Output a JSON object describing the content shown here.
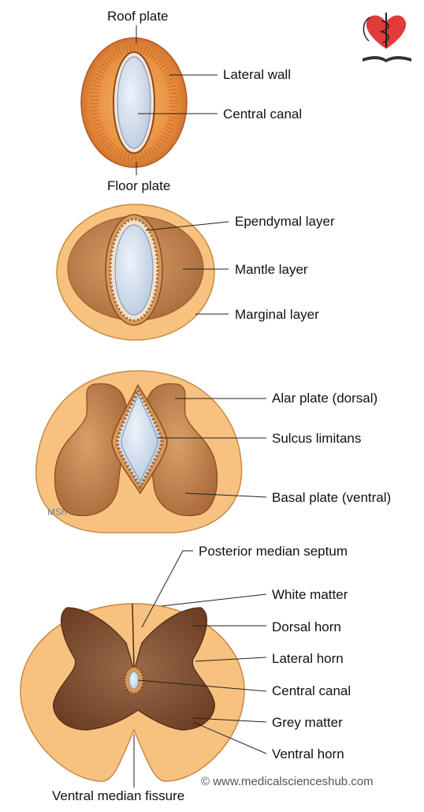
{
  "panel1": {
    "roof_plate": "Roof plate",
    "lateral_wall": "Lateral wall",
    "central_canal": "Central canal",
    "floor_plate": "Floor plate"
  },
  "panel2": {
    "ependymal_layer": "Ependymal layer",
    "mantle_layer": "Mantle layer",
    "marginal_layer": "Marginal layer"
  },
  "panel3": {
    "alar_plate": "Alar plate (dorsal)",
    "sulcus_limitans": "Sulcus limitans",
    "basal_plate": "Basal plate (ventral)",
    "watermark": "MSh"
  },
  "panel4": {
    "posterior_median_septum": "Posterior median septum",
    "white_matter": "White matter",
    "dorsal_horn": "Dorsal horn",
    "lateral_horn": "Lateral horn",
    "central_canal": "Central canal",
    "grey_matter": "Grey matter",
    "ventral_horn": "Ventral horn",
    "ventral_median_fissure": "Ventral median fissure"
  },
  "credit": "© www.medicalscienceshub.com",
  "colors": {
    "outer_orange": "#f5bd74",
    "dark_orange": "#d9782e",
    "brown": "#b8743f",
    "dark_brown": "#7a4a2c",
    "canal_blue": "#d2dff0"
  },
  "logo_icon": "heart-caduceus-book-logo"
}
